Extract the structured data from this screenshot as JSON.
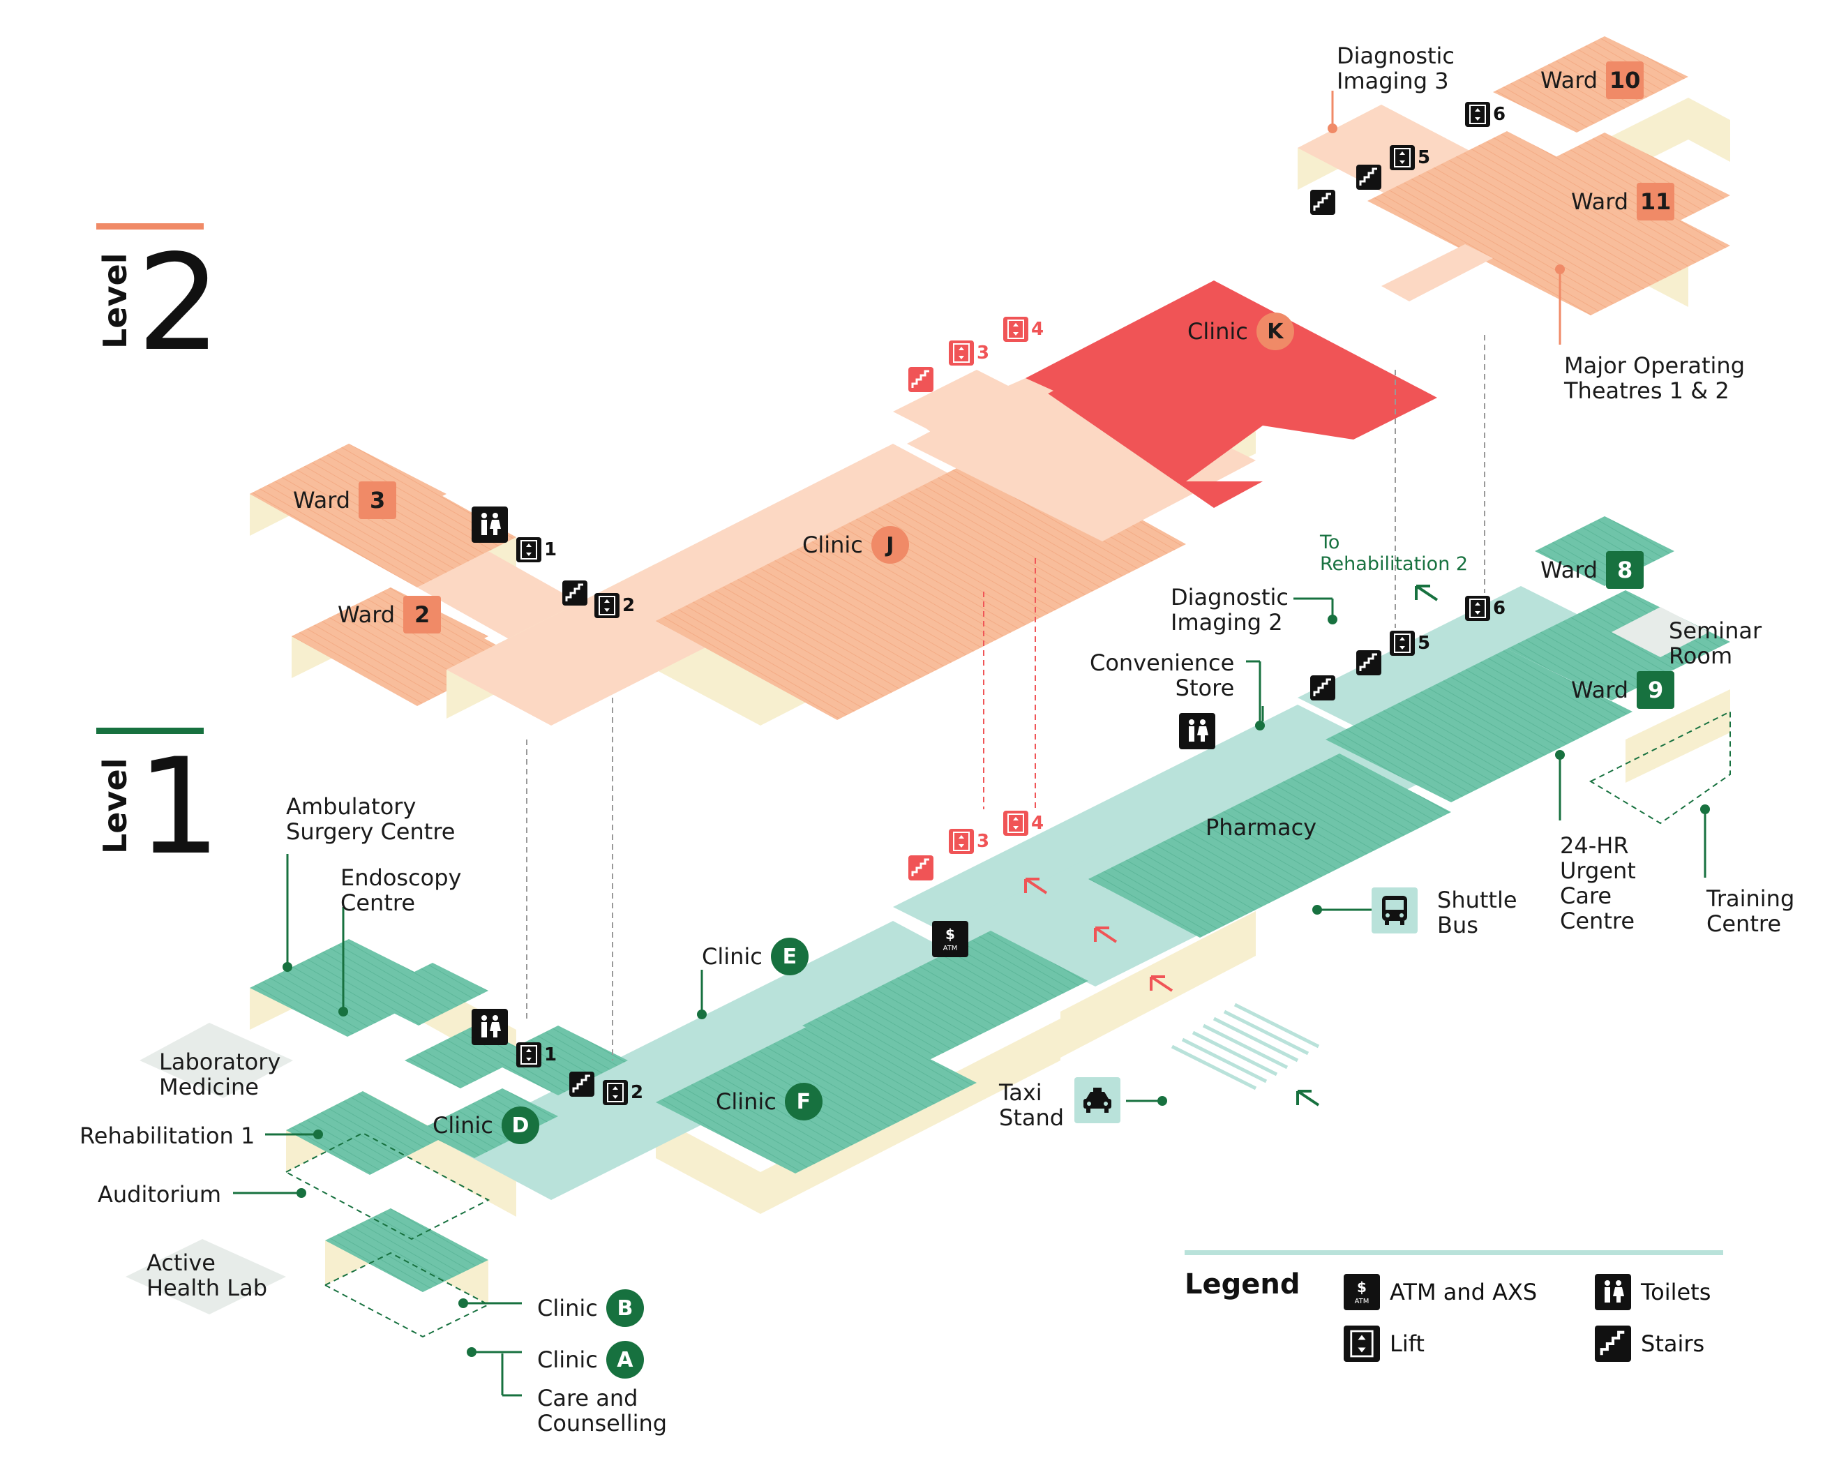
{
  "colors": {
    "level2_floor": "#fcd8c3",
    "level2_room": "#f8bd9b",
    "level2_highlight": "#f05456",
    "level1_floor": "#b9e2da",
    "level1_room": "#6fc4a9",
    "wall": "#f7efcf",
    "green_accent": "#17713f",
    "orange_accent": "#f08a67"
  },
  "level2": {
    "word": "Level",
    "number": "2",
    "wards": [
      {
        "label": "Ward",
        "id": "3"
      },
      {
        "label": "Ward",
        "id": "2"
      },
      {
        "label": "Ward",
        "id": "10"
      },
      {
        "label": "Ward",
        "id": "11"
      }
    ],
    "clinics": [
      {
        "label": "Clinic",
        "id": "J"
      },
      {
        "label": "Clinic",
        "id": "K"
      }
    ],
    "labels": {
      "diagnostic_imaging_3": "Diagnostic\nImaging 3",
      "major_operating": "Major Operating\nTheatres 1 & 2"
    },
    "lifts": [
      "1",
      "2",
      "3",
      "4",
      "5",
      "6"
    ]
  },
  "level1": {
    "word": "Level",
    "number": "1",
    "wards": [
      {
        "label": "Ward",
        "id": "8"
      },
      {
        "label": "Ward",
        "id": "9"
      }
    ],
    "clinics": [
      {
        "label": "Clinic",
        "id": "D"
      },
      {
        "label": "Clinic",
        "id": "E"
      },
      {
        "label": "Clinic",
        "id": "F"
      },
      {
        "label": "Clinic",
        "id": "B"
      },
      {
        "label": "Clinic",
        "id": "A"
      }
    ],
    "labels": {
      "ambulatory": "Ambulatory\nSurgery Centre",
      "endoscopy": "Endoscopy\nCentre",
      "laboratory": "Laboratory\nMedicine",
      "rehab1": "Rehabilitation 1",
      "auditorium": "Auditorium",
      "active_health": "Active\nHealth Lab",
      "care_counselling": "Care and\nCounselling",
      "taxi": "Taxi\nStand",
      "shuttle": "Shuttle\nBus",
      "pharmacy": "Pharmacy",
      "convenience": "Convenience\nStore",
      "diagnostic_imaging_2": "Diagnostic\nImaging 2",
      "to_rehab2": "To\nRehabilitation 2",
      "seminar": "Seminar\nRoom",
      "urgent_care": "24-HR\nUrgent\nCare\nCentre",
      "training": "Training\nCentre"
    },
    "lifts": [
      "1",
      "2",
      "3",
      "4",
      "5",
      "6"
    ]
  },
  "legend": {
    "title": "Legend",
    "items": [
      {
        "icon": "atm-icon",
        "label": "ATM and AXS"
      },
      {
        "icon": "toilet-icon",
        "label": "Toilets"
      },
      {
        "icon": "lift-icon",
        "label": "Lift"
      },
      {
        "icon": "stairs-icon",
        "label": "Stairs"
      }
    ]
  }
}
